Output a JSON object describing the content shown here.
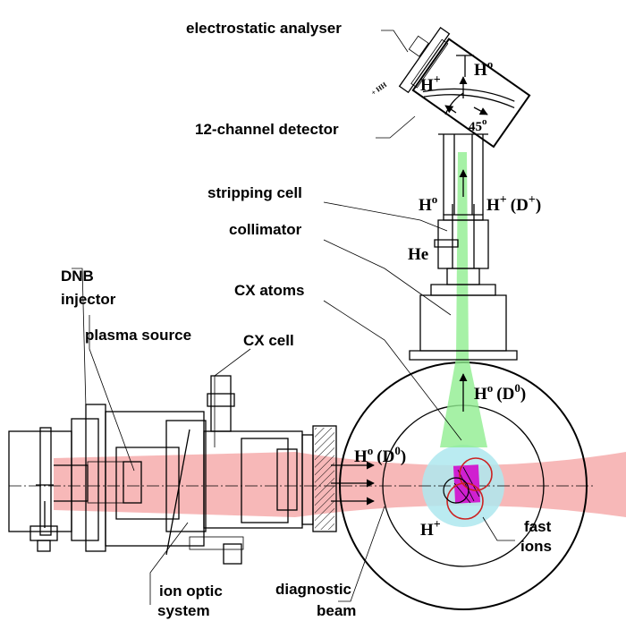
{
  "labels": {
    "electrostatic_analyser": "electrostatic analyser",
    "detector": "12-channel detector",
    "stripping_cell": "stripping cell",
    "collimator": "collimator",
    "cx_atoms": "CX atoms",
    "dnb_injector_1": "DNB",
    "dnb_injector_2": "injector",
    "plasma_source": "plasma source",
    "cx_cell": "CX cell",
    "ion_optic_1": "ion optic",
    "ion_optic_2": "system",
    "diagnostic_1": "diagnostic",
    "diagnostic_2": "beam",
    "fast_ions_1": "fast",
    "fast_ions_2": "ions"
  },
  "symbols": {
    "h0_top": "H",
    "h0_top_sup": "o",
    "h_plus_analyser": "H",
    "h_plus_analyser_sup": "+",
    "angle": "45",
    "angle_sup": "o",
    "h0_mid": "H",
    "h0_mid_sup": "o",
    "h_plus_mid": "H",
    "h_plus_mid_sup": "+",
    "d_plus": "(D",
    "d_plus_sup": "+",
    "d_plus_close": ")",
    "he": "He",
    "h0_cx": "H",
    "h0_cx_sup": "o",
    "d0_cx": "(D",
    "d0_cx_sup": "0",
    "d0_cx_close": ")",
    "h0_beam": "H",
    "h0_beam_sup": "o",
    "d0_beam": "(D",
    "d0_beam_sup": "0",
    "d0_beam_close": ")",
    "h_plus_plasma": "H",
    "h_plus_plasma_sup": "+",
    "small_label": "+ HH"
  },
  "colors": {
    "cx_atoms_beam": "#90ee90",
    "diagnostic_beam": "#f4a0a0",
    "plasma_core": "#aee7ee",
    "fast_ions": "#d020d0",
    "ion_orbit": "#cc2222"
  }
}
